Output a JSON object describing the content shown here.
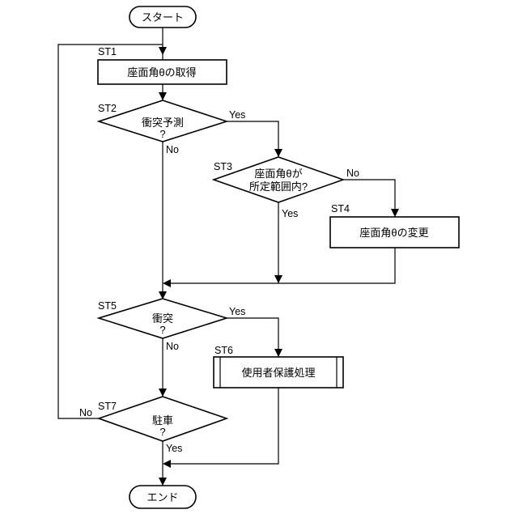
{
  "nodes": {
    "start": {
      "text": "スタート"
    },
    "st1": {
      "step": "ST1",
      "text": "座面角θの取得"
    },
    "st2": {
      "step": "ST2",
      "line1": "衝突予測",
      "line2": "?",
      "yes": "Yes",
      "no": "No"
    },
    "st3": {
      "step": "ST3",
      "line1": "座面角θが",
      "line2": "所定範囲内?",
      "yes": "Yes",
      "no": "No"
    },
    "st4": {
      "step": "ST4",
      "text": "座面角θの変更"
    },
    "st5": {
      "step": "ST5",
      "line1": "衝突",
      "line2": "?",
      "yes": "Yes",
      "no": "No"
    },
    "st6": {
      "step": "ST6",
      "text": "使用者保護処理"
    },
    "st7": {
      "step": "ST7",
      "line1": "駐車",
      "line2": "?",
      "yes": "Yes",
      "no": "No"
    },
    "end": {
      "text": "エンド"
    }
  }
}
